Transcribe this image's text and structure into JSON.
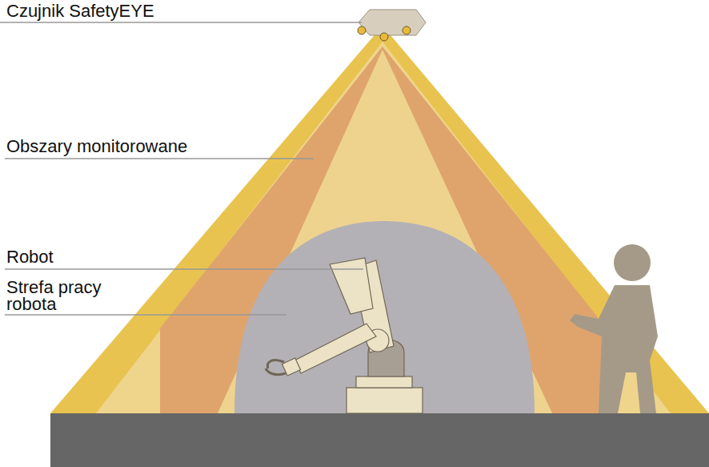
{
  "diagram": {
    "labels": [
      "Czujnik SafetyEYE",
      "Obszary monitorowane",
      "Robot",
      "Strefa pracy robota"
    ]
  }
}
